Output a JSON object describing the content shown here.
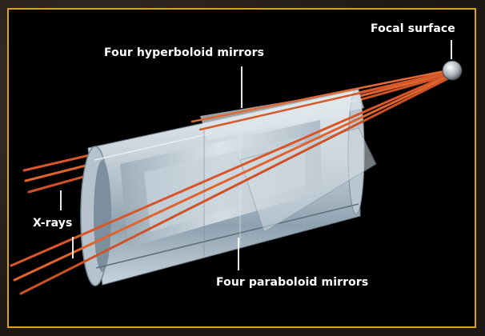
{
  "labels": {
    "focal_surface": "Focal surface",
    "hyperboloid": "Four hyperboloid mirrors",
    "xrays": "X-rays",
    "paraboloid": "Four paraboloid mirrors"
  },
  "colors": {
    "frame_border": "#d9a21b",
    "ray": "#e0602a",
    "mirror_shell": "#c9d3da",
    "background": "#000000",
    "label_text": "#ffffff"
  },
  "components": {
    "focal_point": "focal-surface-sphere",
    "mirror_assembly": "nested-cylindrical-mirror-shells"
  }
}
